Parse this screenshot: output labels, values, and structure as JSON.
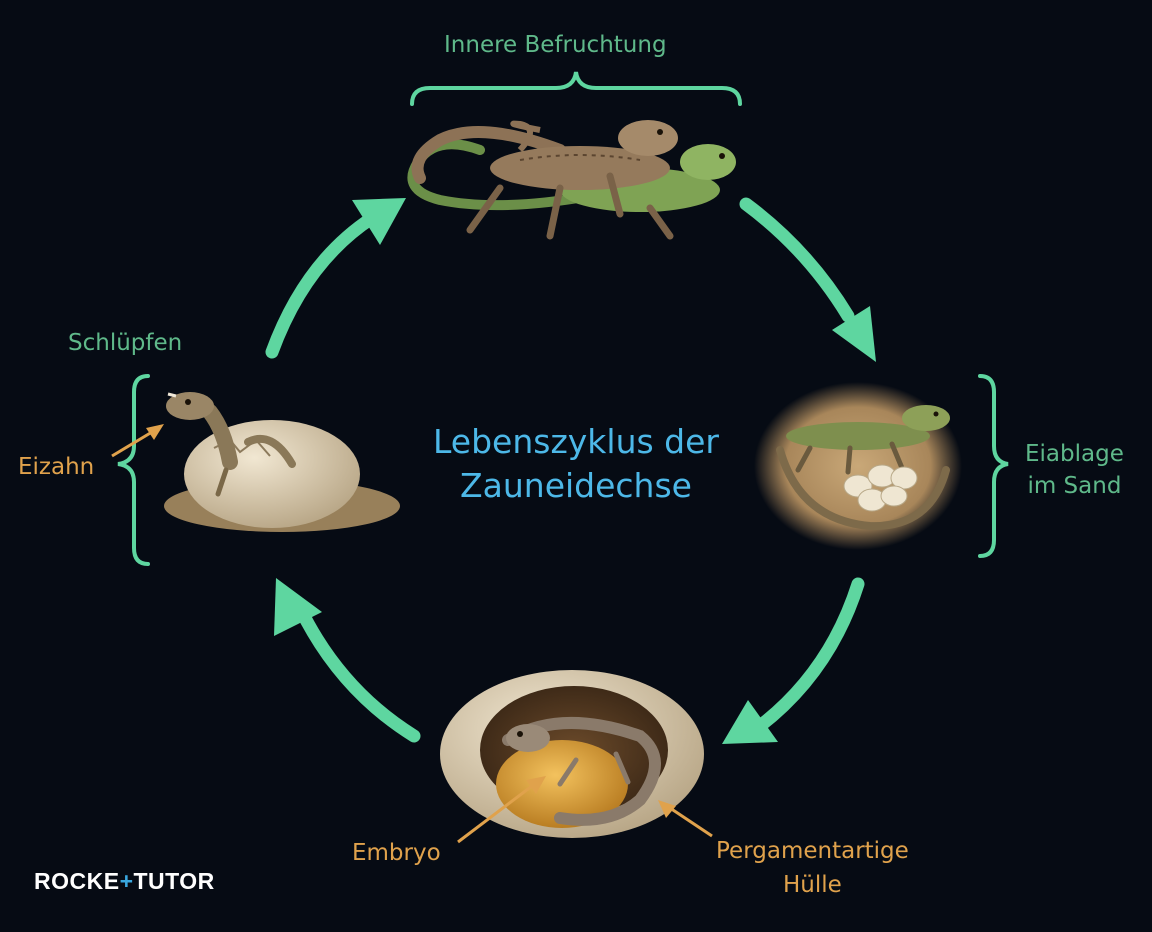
{
  "title": {
    "line1": "Lebenszyklus der",
    "line2": "Zauneidechse"
  },
  "stages": {
    "fertilization": "Innere Befruchtung",
    "egg_laying_line1": "Eiablage",
    "egg_laying_line2": "im Sand",
    "hatching": "Schlüpfen"
  },
  "annotations": {
    "egg_tooth": "Eizahn",
    "embryo": "Embryo",
    "shell_line1": "Pergamentartige",
    "shell_line2": "Hülle"
  },
  "logo": {
    "part1": "ROCKE",
    "part2": "TUTOR"
  },
  "colors": {
    "background": "#060b14",
    "cycle_arrows": "#5ed6a0",
    "stage_labels": "#5fb98a",
    "annotation_labels": "#e0a24c",
    "title": "#4db8e8"
  }
}
